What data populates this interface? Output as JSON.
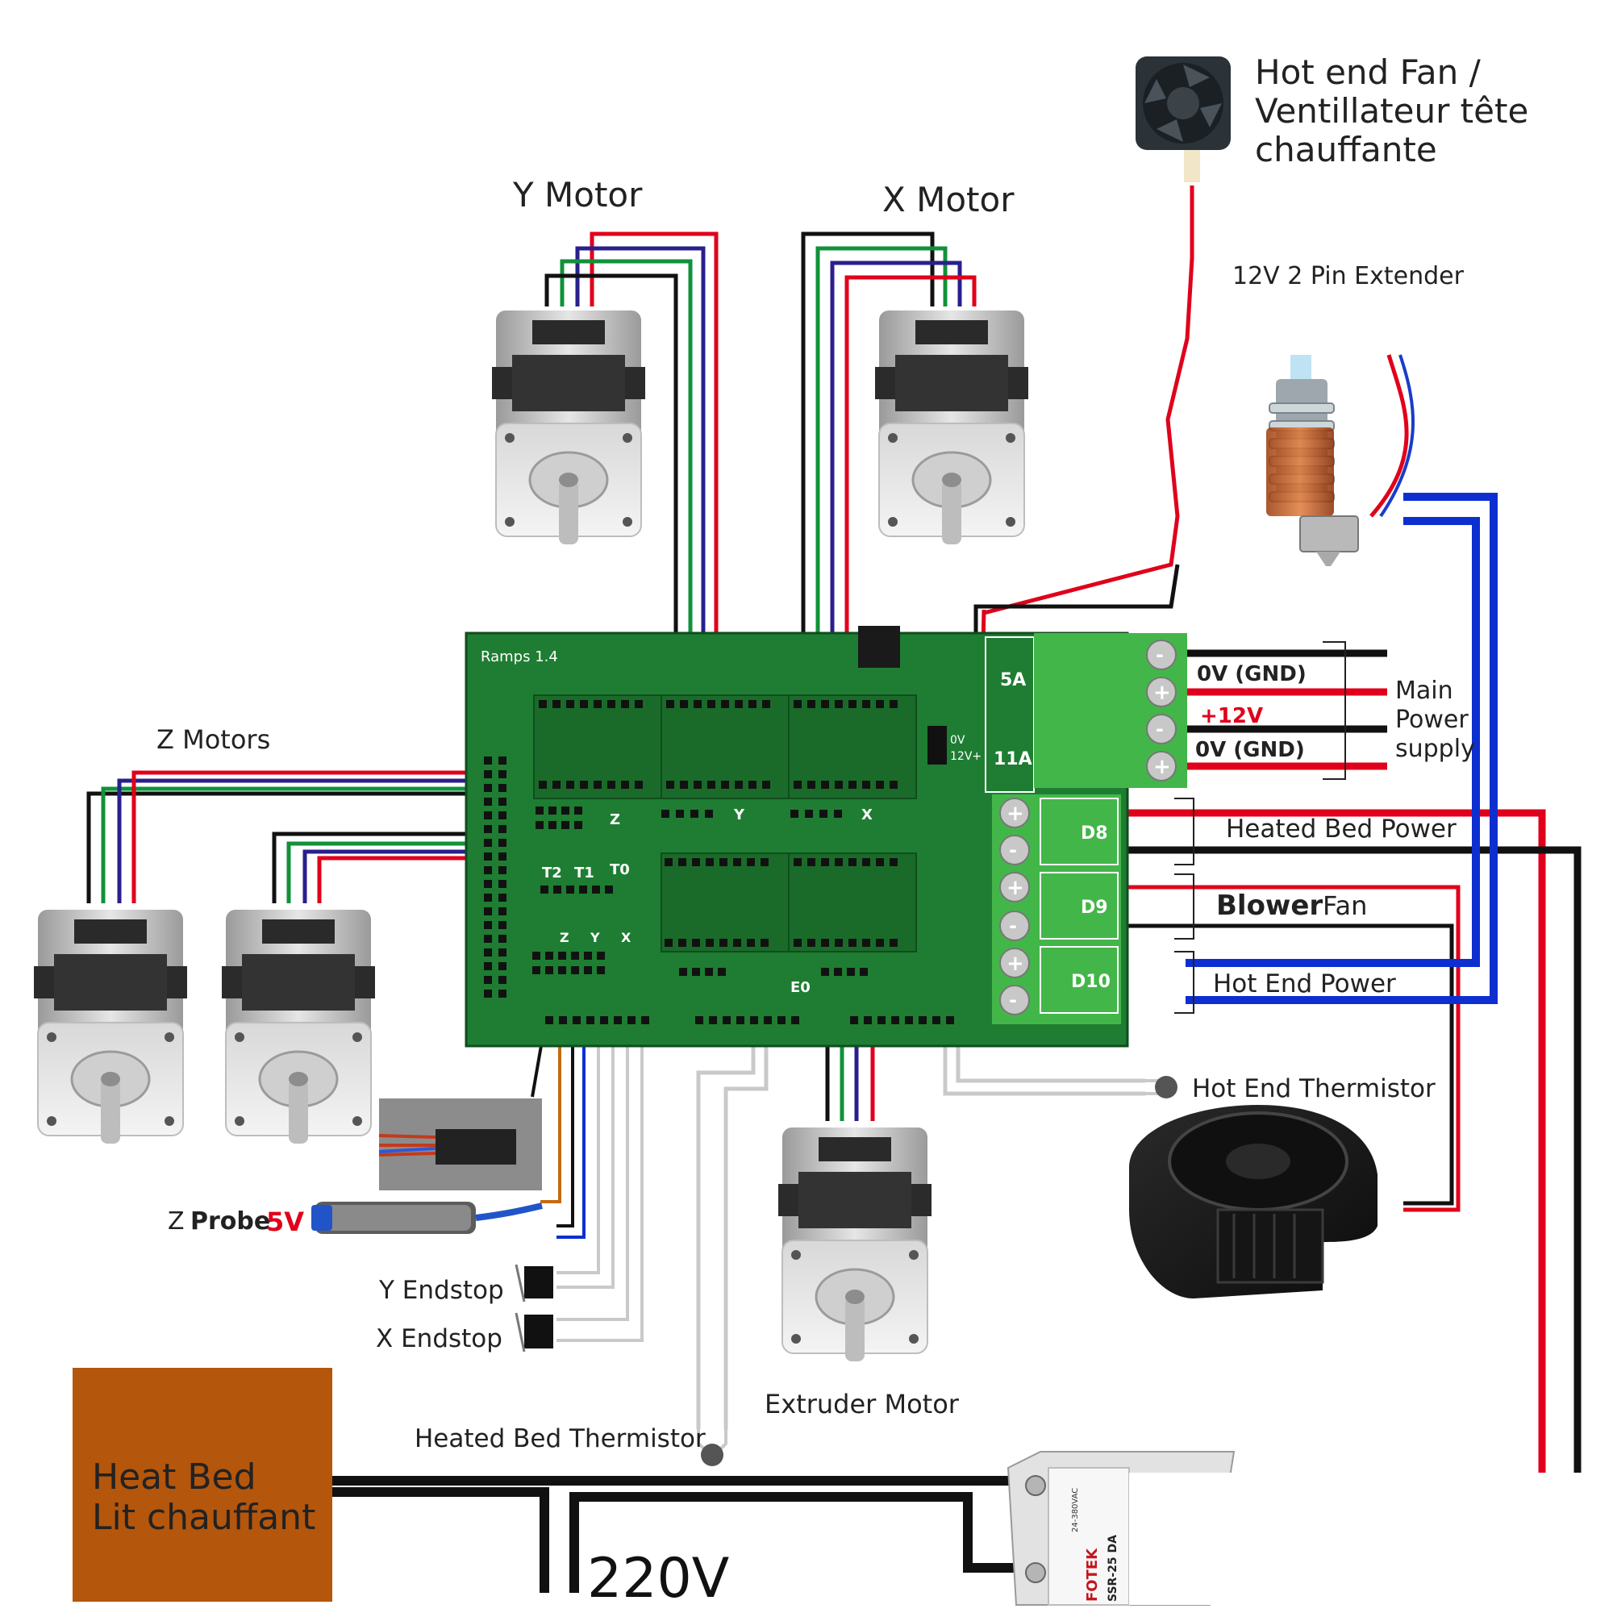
{
  "labels": {
    "y_motor": "Y Motor",
    "x_motor": "X Motor",
    "z_motors": "Z Motors",
    "extruder_motor": "Extruder Motor",
    "hotend_fan_line1": "Hot end Fan /",
    "hotend_fan_line2": "Ventillateur tête",
    "hotend_fan_line3": "chauffante",
    "pin_extender": "12V 2 Pin Extender",
    "gnd_top": "0V (GND)",
    "plus12": "+12V",
    "gnd_bottom": "0V (GND)",
    "main_power_1": "Main",
    "main_power_2": "Power",
    "main_power_3": "supply",
    "heated_bed_power": "Heated Bed Power",
    "blower_bold": "Blower",
    "blower_fan": "Fan",
    "hot_end_power": "Hot End Power",
    "hot_end_thermistor": "Hot End Thermistor",
    "z_probe_z": "Z",
    "z_probe_probe": "Probe",
    "z_probe_5v": "5V",
    "y_endstop": "Y Endstop",
    "x_endstop": "X Endstop",
    "heated_bed_thermistor": "Heated Bed Thermistor",
    "heat_bed_1": "Heat Bed",
    "heat_bed_2": "Lit chauffant",
    "voltage_220": "220V"
  },
  "board": {
    "name": "Ramps 1.4",
    "fuse_5a": "5A",
    "fuse_11a": "11A",
    "d8": "D8",
    "d9": "D9",
    "d10": "D10",
    "pin_0v": "0V",
    "pin_12v": "12V+",
    "conn_y": "Y",
    "conn_x": "X",
    "conn_z": "Z",
    "conn_e0": "E0",
    "t2": "T2",
    "t1": "T1",
    "t0": "T0",
    "es_z": "Z",
    "es_y": "Y",
    "es_x": "X",
    "plus": "+",
    "minus": "-"
  },
  "ssr": {
    "brand": "FOTEK",
    "model": "SSR-25 DA",
    "rating": "24-380VAC"
  },
  "colors": {
    "board_green": "#1e7d32",
    "terminal_green": "#43b649",
    "wire_red": "#e0001b",
    "wire_black": "#111111",
    "wire_blue": "#0d2fd0",
    "wire_green": "#11913a",
    "wire_navy": "#2a1f8c",
    "wire_grey": "#c9c9c9",
    "wire_orange": "#c46a10",
    "heat_bed": "#b4560c"
  }
}
